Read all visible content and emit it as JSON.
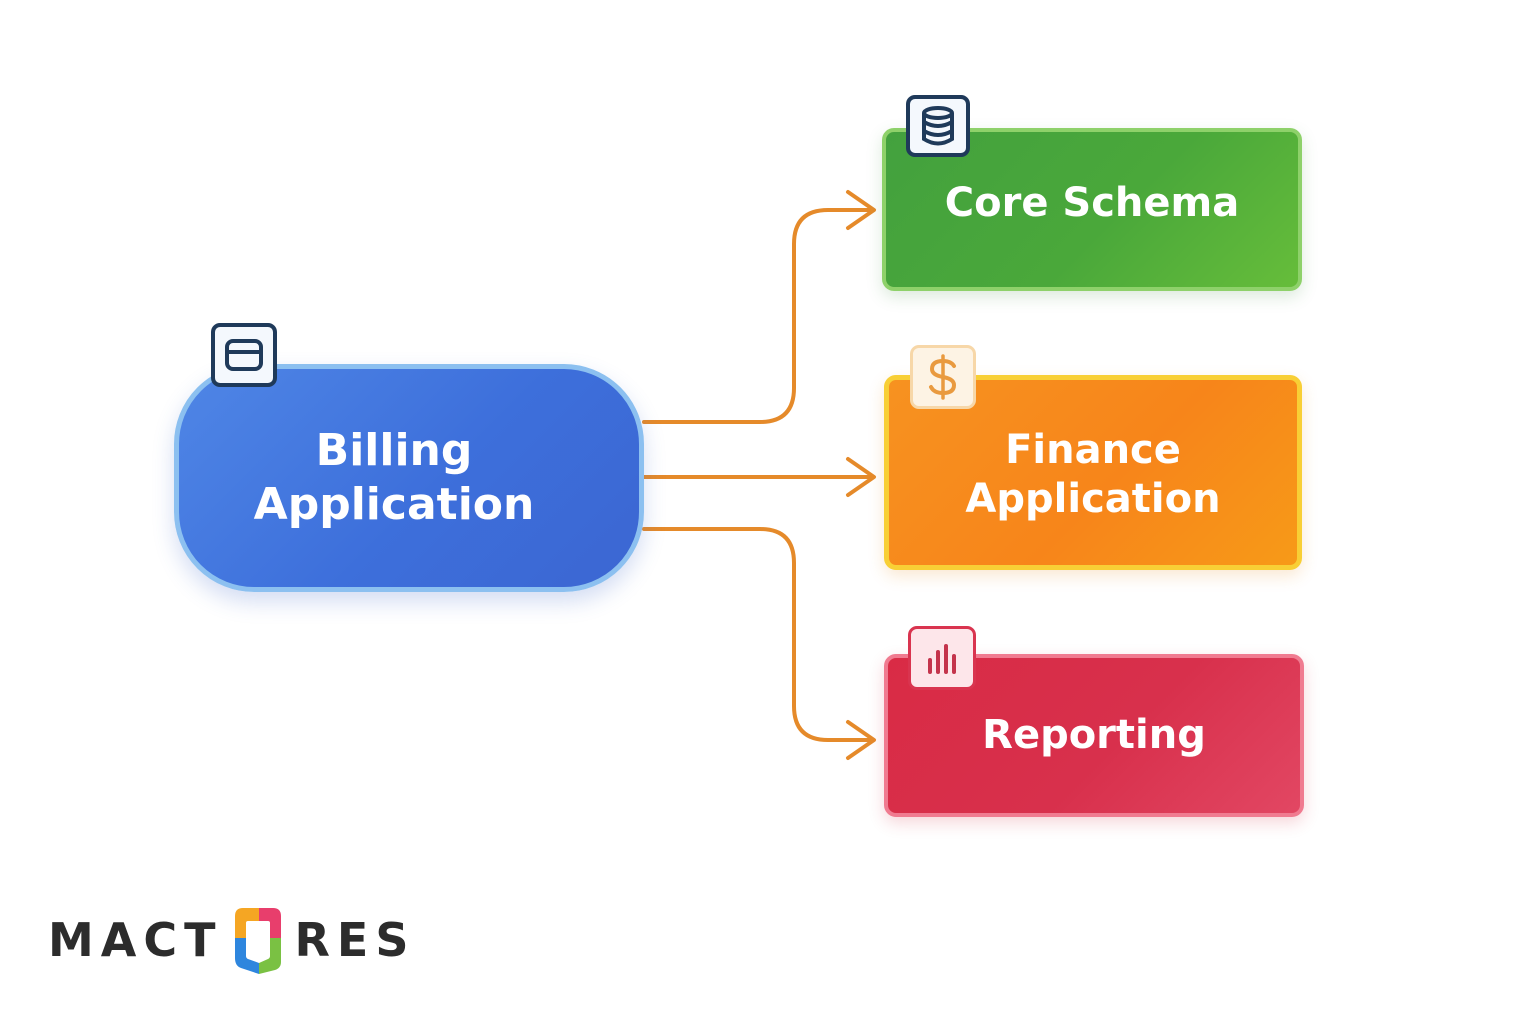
{
  "diagram": {
    "nodes": {
      "billing": {
        "line1": "Billing",
        "line2": "Application",
        "icon": "card-window-icon",
        "color": "#3f72dc"
      },
      "core": {
        "label": "Core Schema",
        "icon": "database-icon",
        "color": "#47a33c"
      },
      "finance": {
        "line1": "Finance",
        "line2": "Application",
        "icon": "dollar-icon",
        "color": "#f78a1c"
      },
      "reporting": {
        "label": "Reporting",
        "icon": "bar-chart-icon",
        "color": "#d8304a"
      }
    },
    "edges": [
      {
        "from": "billing",
        "to": "core"
      },
      {
        "from": "billing",
        "to": "finance"
      },
      {
        "from": "billing",
        "to": "reporting"
      }
    ],
    "edge_color": "#e58a2a"
  },
  "brand": {
    "left": "MACT",
    "right": "RES",
    "logo_colors": [
      "#f5a623",
      "#e83e6c",
      "#2e86de",
      "#7ac143"
    ]
  }
}
